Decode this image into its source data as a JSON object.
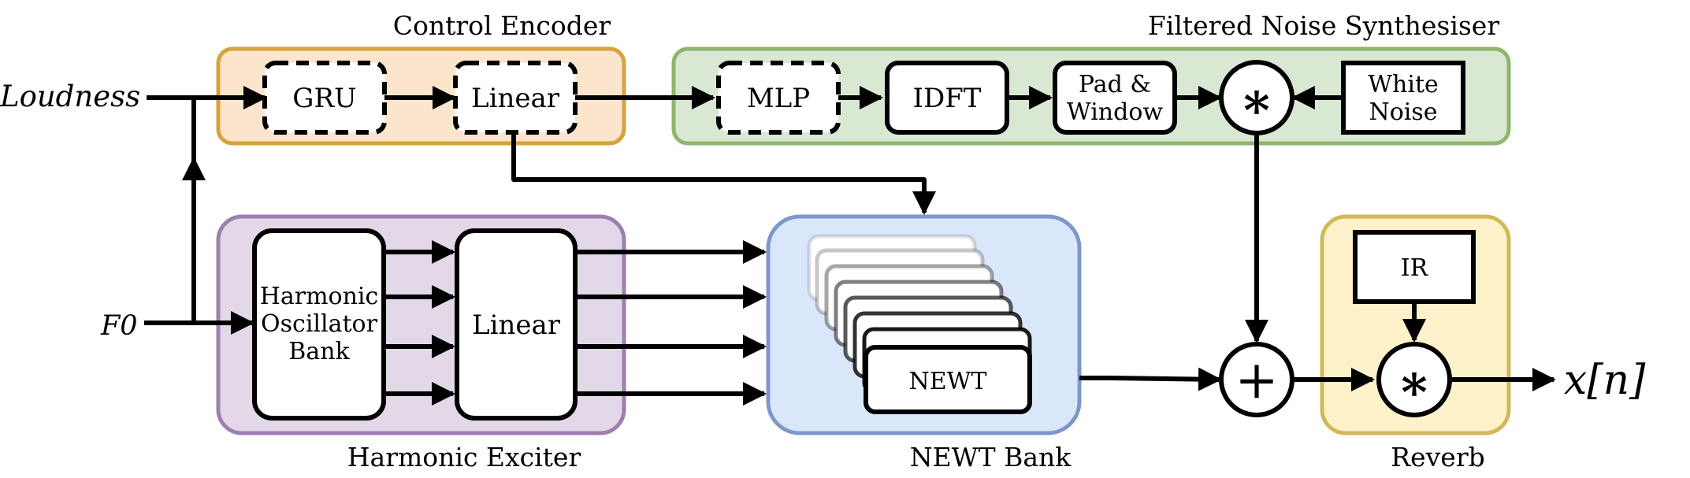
{
  "inputs": {
    "loudness": "Loudness",
    "f0": "F0"
  },
  "groups": {
    "control_encoder": "Control Encoder",
    "noise_synth": "Filtered Noise Synthesiser",
    "harmonic_exciter": "Harmonic Exciter",
    "newt_bank": "NEWT Bank",
    "reverb": "Reverb"
  },
  "blocks": {
    "gru": "GRU",
    "ctrl_linear": "Linear",
    "mlp": "MLP",
    "idft": "IDFT",
    "pad_window": [
      "Pad &",
      "Window"
    ],
    "white_noise": [
      "White",
      "Noise"
    ],
    "convolve": "∗",
    "oscillator": [
      "Harmonic",
      "Oscillator",
      "Bank"
    ],
    "harm_linear": "Linear",
    "newt": "NEWT",
    "sum": "+",
    "ir": "IR",
    "reverb_convolve": "∗"
  },
  "output": "x[n]",
  "colors": {
    "control_encoder_fill": "#fbe5cd",
    "control_encoder_stroke": "#d6a23c",
    "noise_synth_fill": "#d9e8d3",
    "noise_synth_stroke": "#8fb56e",
    "harmonic_exciter_fill": "#e2d8e8",
    "harmonic_exciter_stroke": "#9c7fb0",
    "newt_bank_fill": "#dae7fb",
    "newt_bank_stroke": "#7d98c8",
    "reverb_fill": "#fcf1c9",
    "reverb_stroke": "#d2b858"
  }
}
